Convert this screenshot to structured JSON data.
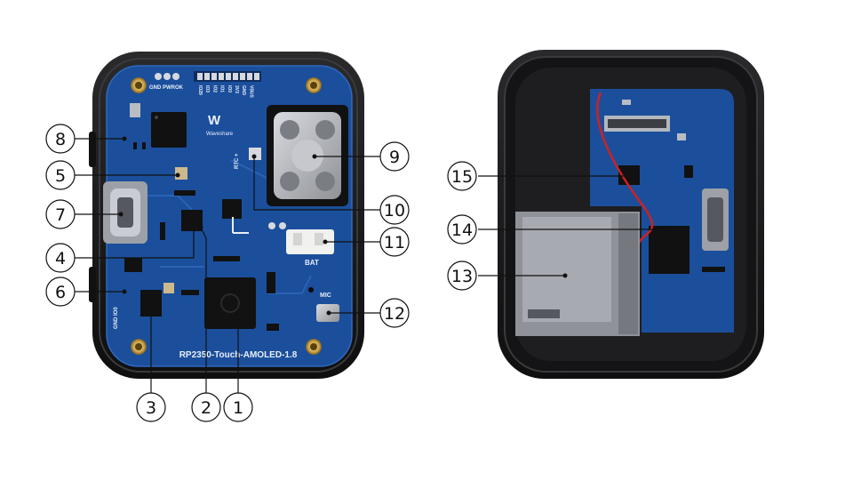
{
  "board": {
    "name": "RP2350-Touch-AMOLED-1.8",
    "brand": "Waveshare"
  },
  "silkscreen": {
    "top_pins": [
      "GND",
      "PWROK",
      "IO29",
      "IO3",
      "IO2",
      "IO1",
      "IO0",
      "3V3",
      "GND",
      "VBUS"
    ],
    "rtc": "RTC +",
    "bat": "BAT",
    "mic": "MIC",
    "bottom_left": "GND  IO0"
  },
  "callouts": {
    "c1": "1",
    "c2": "2",
    "c3": "3",
    "c4": "4",
    "c5": "5",
    "c6": "6",
    "c7": "7",
    "c8": "8",
    "c9": "9",
    "c10": "10",
    "c11": "11",
    "c12": "12",
    "c13": "13",
    "c14": "14",
    "c15": "15"
  },
  "colors": {
    "pcb": "#1b4f9c",
    "pcb_dark": "#123c7a",
    "case": "#1c1c1e",
    "case_edge": "#3a3a3c",
    "gold": "#c9a14a",
    "silver": "#b9bcc2"
  }
}
